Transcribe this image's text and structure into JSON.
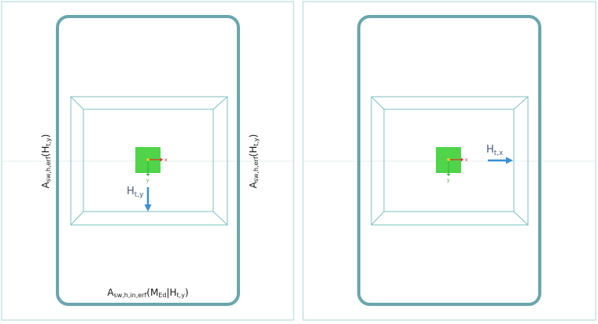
{
  "colors": {
    "frame": "#a8d4d0",
    "outer_box": "#6aa6ad",
    "wire": "#7dbfc2",
    "column": "#4fd44a",
    "load_arrow": "#3a8fd6",
    "axis_x": "#e0302a",
    "axis_y": "#3bb53b",
    "origin": "#f2d21a",
    "centerline": "#e4ecec"
  },
  "left_panel": {
    "label_left": {
      "main": "A",
      "sub": "sw,h,erf",
      "arg": "(H",
      "arg_sub": "t,y",
      "close": ")"
    },
    "label_right": {
      "main": "A",
      "sub": "sw,h,erf",
      "arg": "(H",
      "arg_sub": "t,y",
      "close": ")"
    },
    "label_bottom": {
      "main": "A",
      "sub": "sw,h,in,erf",
      "arg": "(M",
      "arg_sub": "Ed",
      "sep": "|H",
      "sep_sub": "t,y",
      "close": ")"
    },
    "load": {
      "main": "H",
      "sub": "t,y"
    },
    "axis": {
      "x": "x",
      "y": "y"
    }
  },
  "right_panel": {
    "load": {
      "main": "H",
      "sub": "t,x"
    },
    "axis": {
      "x": "x",
      "y": "y"
    }
  }
}
